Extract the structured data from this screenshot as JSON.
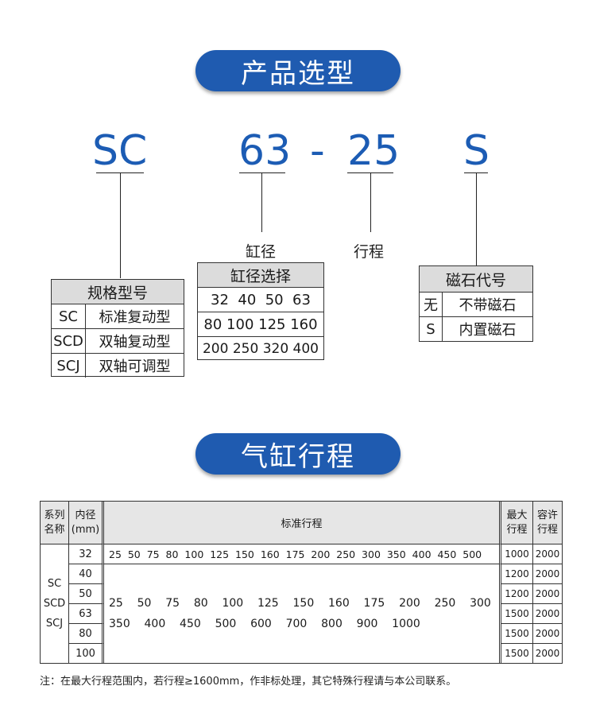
{
  "sections": {
    "model_title": "产品选型",
    "stroke_title": "气缸行程"
  },
  "model_code": {
    "series": "SC",
    "bore": "63",
    "dash": "-",
    "stroke": "25",
    "magnet": "S"
  },
  "labels": {
    "bore": "缸径",
    "stroke": "行程"
  },
  "spec_box": {
    "header": "规格型号",
    "rows": [
      {
        "code": "SC",
        "desc": "标准复动型"
      },
      {
        "code": "SCD",
        "desc": "双轴复动型"
      },
      {
        "code": "SCJ",
        "desc": "双轴可调型"
      }
    ]
  },
  "bore_box": {
    "header": "缸径选择",
    "rows": [
      "32  40  50  63",
      "80 100 125 160",
      "200 250 320 400"
    ]
  },
  "magnet_box": {
    "header": "磁石代号",
    "rows": [
      {
        "code": "无",
        "desc": "不带磁石"
      },
      {
        "code": "S",
        "desc": "内置磁石"
      }
    ]
  },
  "stroke_table": {
    "headers": {
      "series": "系列\n名称",
      "bore": "内径\n(mm)",
      "standard": "标准行程",
      "max": "最大\n行程",
      "allow": "容许\n行程"
    },
    "series_names": [
      "SC",
      "SCD",
      "SCJ"
    ],
    "bores": [
      "32",
      "40",
      "50",
      "63",
      "80",
      "100"
    ],
    "row32_strokes": "25  50  75  80  100  125  150  160  175  200  250  300  350  400  450  500",
    "other_strokes_line1": "25    50    75    80    100    125    150    160    175    200    250    300",
    "other_strokes_line2": "350    400    450    500    600    700    800    900    1000",
    "max": [
      "1000",
      "1200",
      "1200",
      "1500",
      "1500",
      "1500"
    ],
    "allow": [
      "2000",
      "2000",
      "2000",
      "2000",
      "2000",
      "2000"
    ]
  },
  "note": "注：在最大行程范围内，若行程≥1600mm，作非标处理，其它特殊行程请与本公司联系。",
  "colors": {
    "pill": "#1f5bb0",
    "code_text": "#1c5cb4",
    "header_gray": "#dcdcdc"
  }
}
